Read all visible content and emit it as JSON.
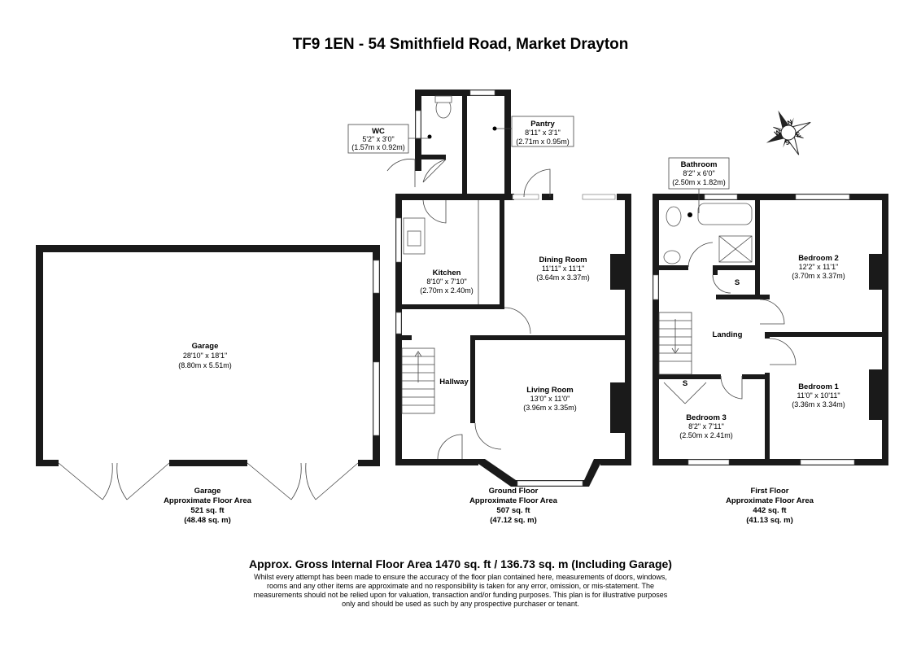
{
  "title": "TF9 1EN - 54 Smithfield Road, Market Drayton",
  "rooms": {
    "wc": {
      "name": "WC",
      "imperial": "5'2\" x 3'0\"",
      "metric": "(1.57m x 0.92m)"
    },
    "pantry": {
      "name": "Pantry",
      "imperial": "8'11\" x 3'1\"",
      "metric": "(2.71m x 0.95m)"
    },
    "bathroom": {
      "name": "Bathroom",
      "imperial": "8'2\" x 6'0\"",
      "metric": "(2.50m x 1.82m)"
    },
    "kitchen": {
      "name": "Kitchen",
      "imperial": "8'10\" x 7'10\"",
      "metric": "(2.70m x 2.40m)"
    },
    "dining": {
      "name": "Dining Room",
      "imperial": "11'11\" x 11'1\"",
      "metric": "(3.64m x 3.37m)"
    },
    "garage": {
      "name": "Garage",
      "imperial": "28'10\" x 18'1\"",
      "metric": "(8.80m x 5.51m)"
    },
    "hallway": {
      "name": "Hallway"
    },
    "living": {
      "name": "Living Room",
      "imperial": "13'0\" x 11'0\"",
      "metric": "(3.96m x 3.35m)"
    },
    "bedroom2": {
      "name": "Bedroom 2",
      "imperial": "12'2\" x 11'1\"",
      "metric": "(3.70m x 3.37m)"
    },
    "landing": {
      "name": "Landing"
    },
    "bedroom1": {
      "name": "Bedroom 1",
      "imperial": "11'0\" x 10'11\"",
      "metric": "(3.36m x 3.34m)"
    },
    "bedroom3": {
      "name": "Bedroom 3",
      "imperial": "8'2\" x 7'11\"",
      "metric": "(2.50m x 2.41m)"
    },
    "store_first": {
      "name": "S"
    },
    "store_bed3": {
      "name": "S"
    }
  },
  "floor_areas": {
    "garage": {
      "label1": "Garage",
      "label2": "Approximate Floor Area",
      "sqft": "521 sq. ft",
      "sqm": "(48.48 sq. m)"
    },
    "ground": {
      "label1": "Ground Floor",
      "label2": "Approximate Floor Area",
      "sqft": "507 sq. ft",
      "sqm": "(47.12 sq. m)"
    },
    "first": {
      "label1": "First Floor",
      "label2": "Approximate Floor Area",
      "sqft": "442 sq. ft",
      "sqm": "(41.13 sq. m)"
    }
  },
  "gross_area": "Approx. Gross Internal Floor Area 1470 sq. ft / 136.73 sq. m (Including Garage)",
  "disclaimer": [
    "Whilst every attempt has been made to ensure the accuracy of the floor plan contained here, measurements of doors, windows,",
    "rooms and any other items are approximate and no responsibility is taken for any error, omission, or mis-statement. The",
    "measurements should not be relied upon for valuation, transaction and/or funding purposes. This plan is for illustrative purposes",
    "only and should be used as such by any prospective purchaser or tenant."
  ],
  "compass": {
    "n": "N",
    "e": "E",
    "s": "S",
    "w": "W"
  }
}
